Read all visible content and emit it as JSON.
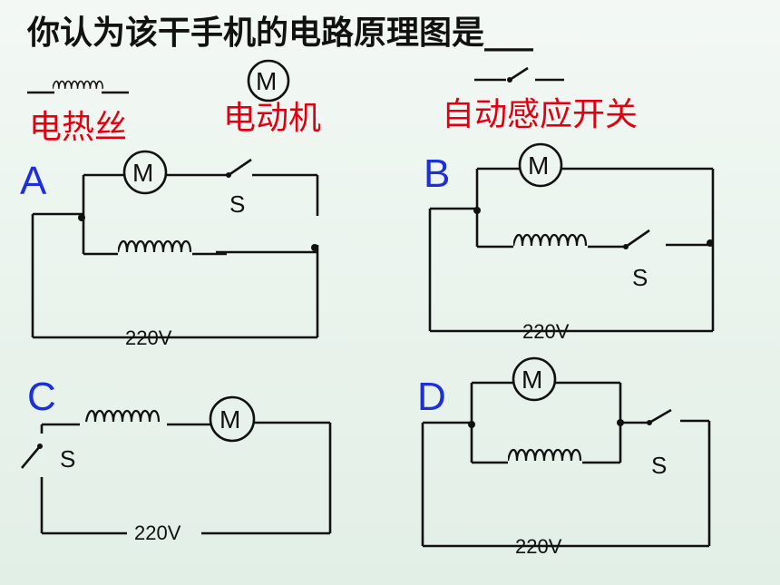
{
  "title": "你认为该干手机的电路原理图是___",
  "legend": {
    "heater_label": "电热丝",
    "motor_label": "电动机",
    "motor_symbol": "M",
    "switch_label": "自动感应开关"
  },
  "circuits": [
    {
      "id": "A",
      "letter": "A",
      "motor": "M",
      "switch": "S",
      "voltage": "220V"
    },
    {
      "id": "B",
      "letter": "B",
      "motor": "M",
      "switch": "S",
      "voltage": "220V"
    },
    {
      "id": "C",
      "letter": "C",
      "motor": "M",
      "switch": "S",
      "voltage": "220V"
    },
    {
      "id": "D",
      "letter": "D",
      "motor": "M",
      "switch": "S",
      "voltage": "220V"
    }
  ],
  "colors": {
    "title": "#111111",
    "legend_text": "#e10010",
    "option_letter": "#1c2fd8"
  }
}
